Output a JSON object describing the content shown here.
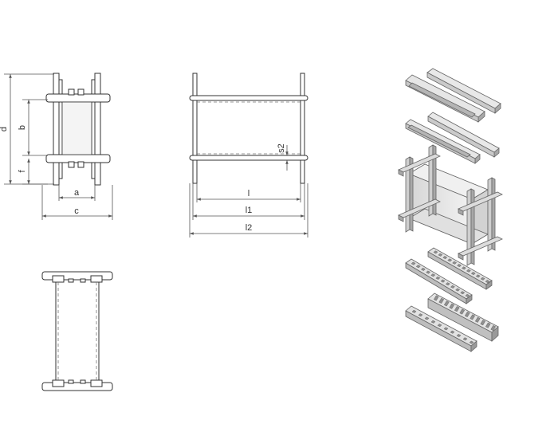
{
  "labels": {
    "d": "d",
    "b": "b",
    "f": "f",
    "a": "a",
    "c": "c",
    "l": "l",
    "l1": "l1",
    "l2": "l2",
    "s2": "s2"
  },
  "colors": {
    "line": "#333333",
    "dim": "#555555",
    "part_light": "#e6e6e6",
    "part_mid": "#c8c8c8",
    "part_dark": "#9a9a9a"
  }
}
